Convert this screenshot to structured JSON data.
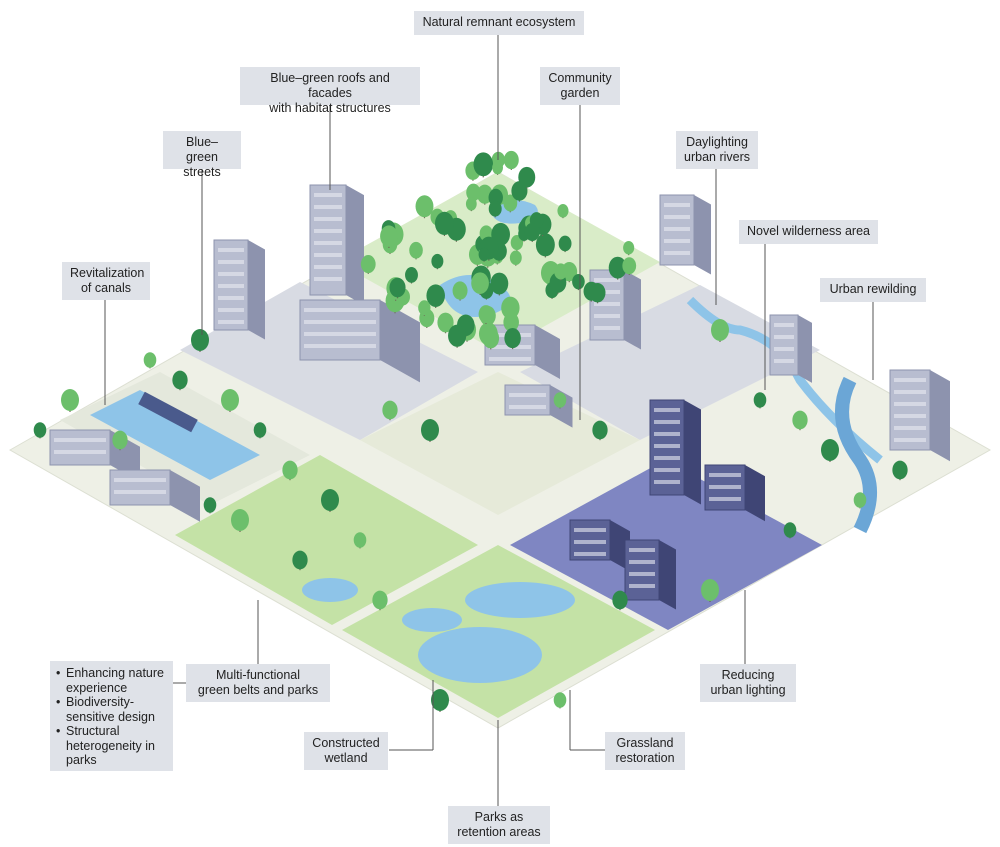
{
  "labels": {
    "natural_remnant": "Natural remnant ecosystem",
    "blue_green_roofs": "Blue–green roofs and facades\nwith habitat structures",
    "community_garden": "Community\ngarden",
    "blue_green_streets": "Blue–green\nstreets",
    "daylighting_rivers": "Daylighting\nurban rivers",
    "novel_wilderness": "Novel wilderness area",
    "revitalization_canals": "Revitalization\nof canals",
    "urban_rewilding": "Urban rewilding",
    "multi_functional": "Multi-functional\ngreen belts and parks",
    "reducing_lighting": "Reducing\nurban lighting",
    "constructed_wetland": "Constructed\nwetland",
    "grassland_restoration": "Grassland\nrestoration",
    "parks_retention": "Parks as\nretention areas"
  },
  "bullets": [
    "Enhancing nature experience",
    "Biodiversity-sensitive design",
    "Structural heterogeneity in parks"
  ],
  "colors": {
    "label_bg": "#dfe2e8",
    "ground": "#eef0e6",
    "road": "#d8dbe3",
    "park_green": "#c4e2a6",
    "tree_dark": "#2f8a4c",
    "tree_light": "#6cbf6b",
    "water": "#8ec4e8",
    "building": "#b8bdd0",
    "building_dark": "#8d93ae",
    "night_tile": "#7f86c2",
    "night_building": "#5b6296"
  }
}
